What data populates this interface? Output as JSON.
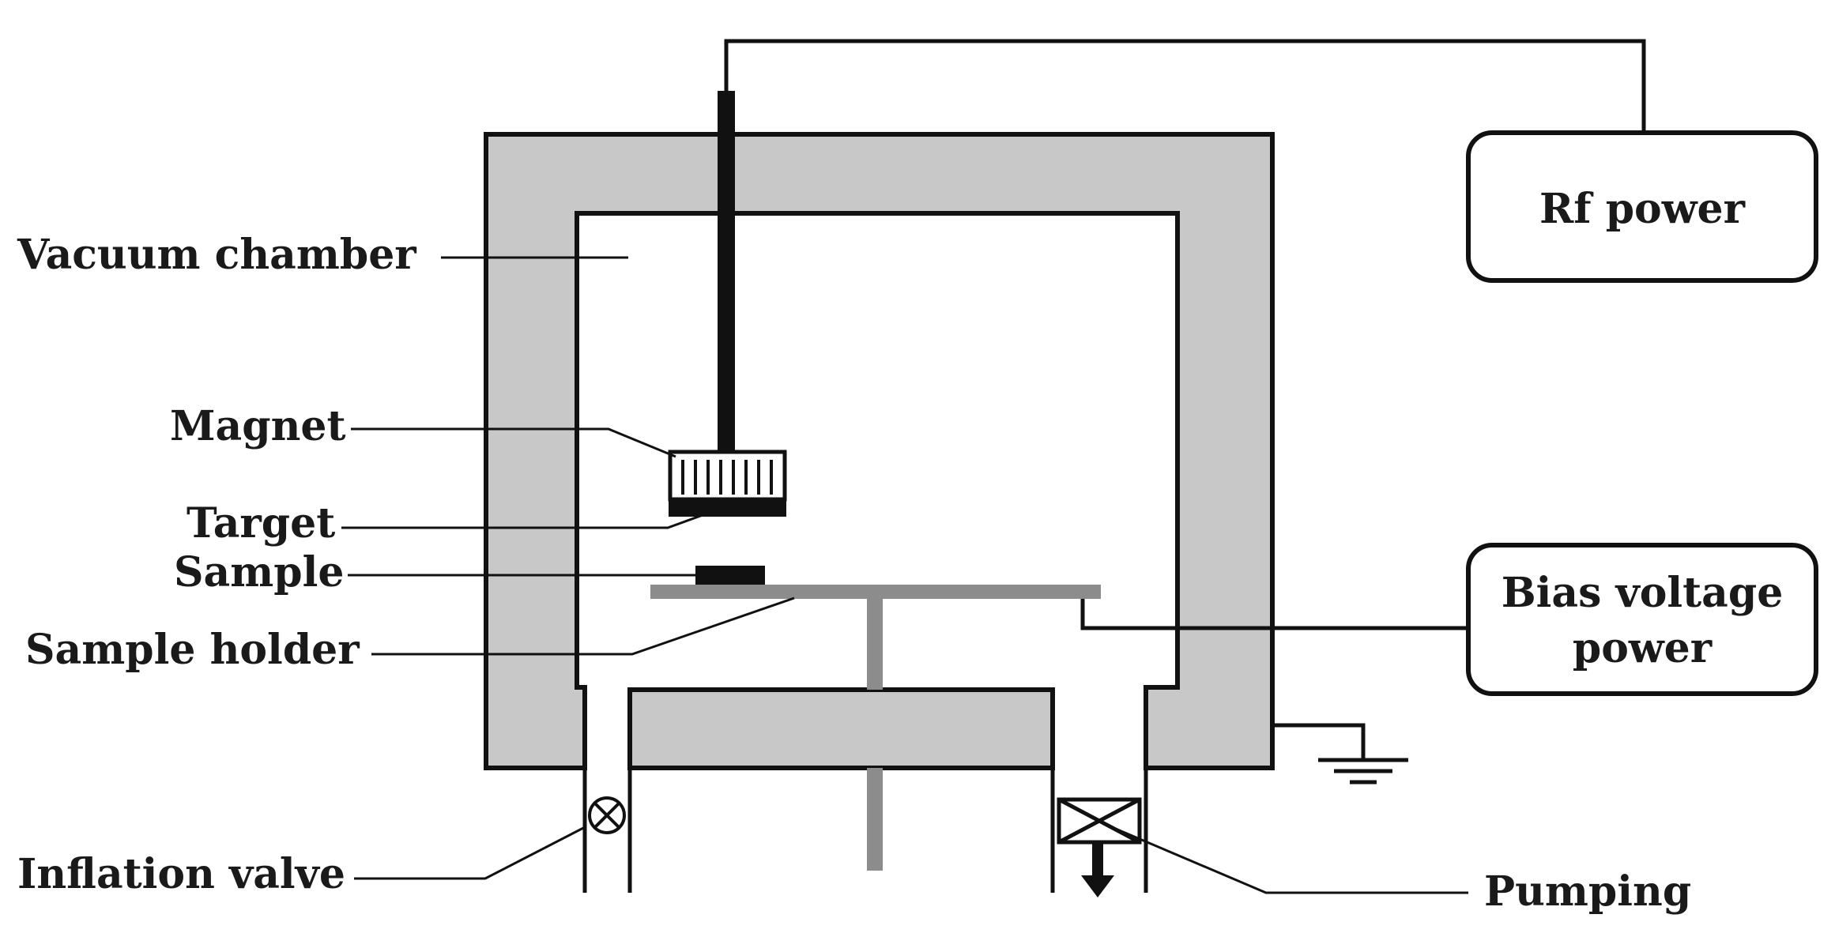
{
  "labels": {
    "vacuum_chamber": "Vacuum chamber",
    "magnet": "Magnet",
    "target": "Target",
    "sample": "Sample",
    "sample_holder": "Sample holder",
    "inflation_valve": "Inflation valve",
    "pumping": "Pumping"
  },
  "boxes": {
    "rf_power": "Rf power",
    "bias_voltage_line1": "Bias voltage",
    "bias_voltage_line2": "power"
  },
  "colors": {
    "wall": "#c8c8c8",
    "holder": "#8c8c8c",
    "line": "#111111"
  }
}
